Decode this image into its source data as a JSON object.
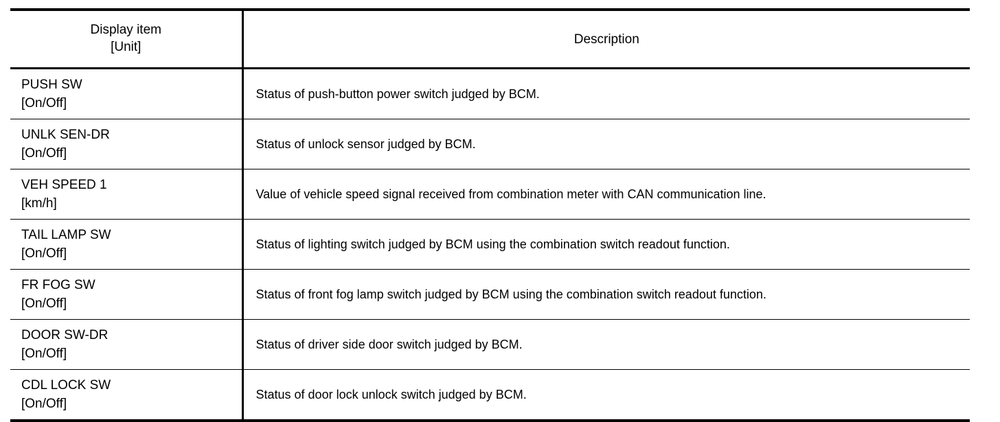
{
  "table": {
    "header": {
      "item_line1": "Display item",
      "item_line2": "[Unit]",
      "description": "Description"
    },
    "rows": [
      {
        "name": "PUSH SW",
        "unit": "[On/Off]",
        "description": "Status of push-button power switch judged by BCM."
      },
      {
        "name": "UNLK SEN-DR",
        "unit": "[On/Off]",
        "description": "Status of unlock sensor judged by BCM."
      },
      {
        "name": "VEH SPEED 1",
        "unit": "[km/h]",
        "description": "Value of vehicle speed signal received from combination meter with CAN communication line."
      },
      {
        "name": "TAIL LAMP SW",
        "unit": "[On/Off]",
        "description": "Status of lighting switch judged by BCM using the combination switch readout function."
      },
      {
        "name": "FR FOG SW",
        "unit": "[On/Off]",
        "description": "Status of front fog lamp switch judged by BCM using the combination switch readout function."
      },
      {
        "name": "DOOR SW-DR",
        "unit": "[On/Off]",
        "description": "Status of driver side door switch judged by BCM."
      },
      {
        "name": "CDL LOCK SW",
        "unit": "[On/Off]",
        "description": "Status of door lock unlock switch judged by BCM."
      }
    ]
  },
  "colors": {
    "text": "#000000",
    "background": "#ffffff",
    "rule": "#000000"
  }
}
